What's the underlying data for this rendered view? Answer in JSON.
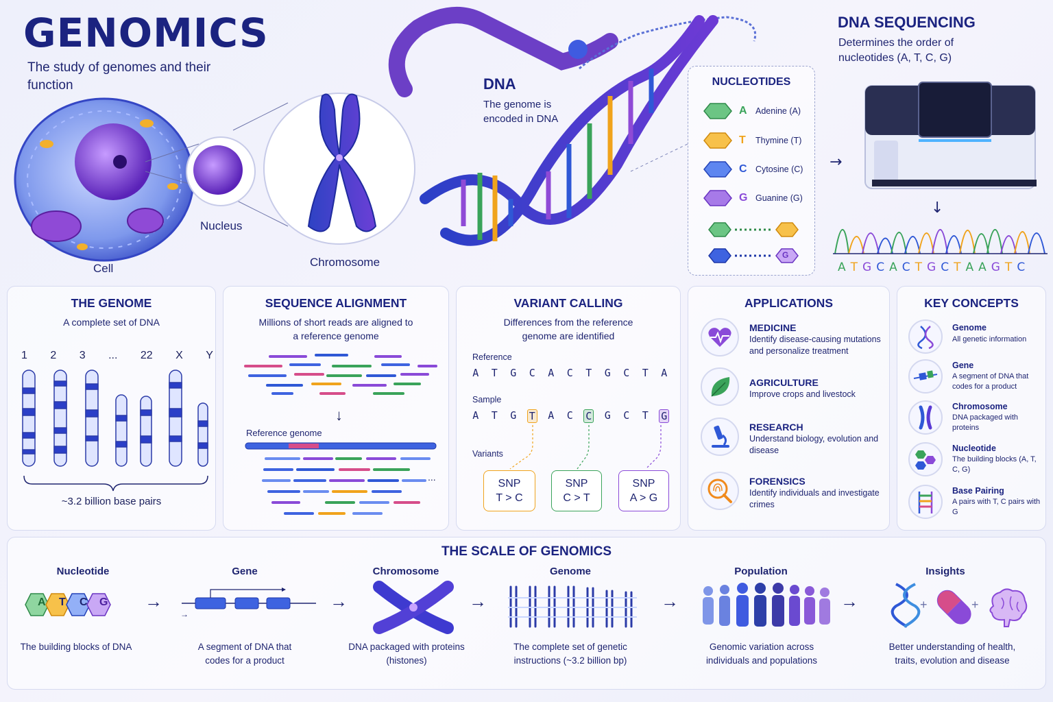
{
  "header": {
    "title": "GENOMICS",
    "subtitle": "The study of genomes and their function"
  },
  "hero": {
    "cell_label": "Cell",
    "nucleus_label": "Nucleus",
    "chromosome_label": "Chromosome",
    "dna_title": "DNA",
    "dna_sub": "The genome is encoded in DNA"
  },
  "nucleotides": {
    "title": "NUCLEOTIDES",
    "items": [
      {
        "letter": "A",
        "name": "Adenine (A)",
        "color": "#3aa35a"
      },
      {
        "letter": "T",
        "name": "Thymine (T)",
        "color": "#f0a31c"
      },
      {
        "letter": "C",
        "name": "Cytosine (C)",
        "color": "#2f58d6"
      },
      {
        "letter": "G",
        "name": "Guanine (G)",
        "color": "#8a4ad8"
      }
    ],
    "pair_label": "G"
  },
  "sequencing": {
    "title": "DNA SEQUENCING",
    "subtitle": "Determines the order of nucleotides (A, T, C, G)",
    "letters": [
      "A",
      "T",
      "G",
      "C",
      "A",
      "C",
      "T",
      "G",
      "C",
      "T",
      "A",
      "A",
      "G",
      "T",
      "C"
    ]
  },
  "genome_panel": {
    "title": "THE GENOME",
    "subtitle": "A complete set of DNA",
    "numbers": [
      "1",
      "2",
      "3",
      "...",
      "22",
      "X",
      "Y"
    ],
    "footer": "~3.2 billion base pairs"
  },
  "alignment_panel": {
    "title": "SEQUENCE ALIGNMENT",
    "subtitle": "Millions of short reads are aligned to a reference genome",
    "ref_label": "Reference genome",
    "ellipsis": "..."
  },
  "variant_panel": {
    "title": "VARIANT CALLING",
    "subtitle": "Differences from the reference genome are identified",
    "reference_label": "Reference",
    "reference_seq": [
      "A",
      "T",
      "G",
      "C",
      "A",
      "C",
      "T",
      "G",
      "C",
      "T",
      "A"
    ],
    "sample_label": "Sample",
    "sample_seq": [
      "A",
      "T",
      "G",
      "T",
      "A",
      "C",
      "C",
      "G",
      "C",
      "T",
      "G"
    ],
    "variants_label": "Variants",
    "snps": [
      {
        "label": "SNP",
        "change": "T > C",
        "color": "#f0a31c"
      },
      {
        "label": "SNP",
        "change": "C > T",
        "color": "#3aa35a"
      },
      {
        "label": "SNP",
        "change": "A > G",
        "color": "#8a4ad8"
      }
    ]
  },
  "applications": {
    "title": "APPLICATIONS",
    "items": [
      {
        "title": "MEDICINE",
        "desc": "Identify disease-causing mutations and personalize treatment",
        "icon": "heart-pulse-icon"
      },
      {
        "title": "AGRICULTURE",
        "desc": "Improve crops and livestock",
        "icon": "leaf-icon"
      },
      {
        "title": "RESEARCH",
        "desc": "Understand biology, evolution and disease",
        "icon": "microscope-icon"
      },
      {
        "title": "FORENSICS",
        "desc": "Identify individuals and investigate crimes",
        "icon": "fingerprint-icon"
      }
    ]
  },
  "key_concepts": {
    "title": "KEY CONCEPTS",
    "items": [
      {
        "title": "Genome",
        "desc": "All genetic information"
      },
      {
        "title": "Gene",
        "desc": "A segment of DNA that codes for a product"
      },
      {
        "title": "Chromosome",
        "desc": "DNA packaged with proteins"
      },
      {
        "title": "Nucleotide",
        "desc": "The building blocks (A, T, C, G)"
      },
      {
        "title": "Base Pairing",
        "desc": "A pairs with T, C pairs with G"
      }
    ]
  },
  "scale": {
    "title": "THE SCALE OF GENOMICS",
    "steps": [
      {
        "heading": "Nucleotide",
        "desc": "The building blocks of DNA"
      },
      {
        "heading": "Gene",
        "desc": "A segment of DNA that codes for a product"
      },
      {
        "heading": "Chromosome",
        "desc": "DNA packaged with proteins (histones)"
      },
      {
        "heading": "Genome",
        "desc": "The complete set of genetic instructions (~3.2 billion bp)"
      },
      {
        "heading": "Population",
        "desc": "Genomic variation across individuals and populations"
      },
      {
        "heading": "Insights",
        "desc": "Better understanding of health, traits, evolution and disease"
      }
    ],
    "nucleotide_letters": [
      "A",
      "T",
      "C",
      "G"
    ],
    "plus": "+"
  }
}
